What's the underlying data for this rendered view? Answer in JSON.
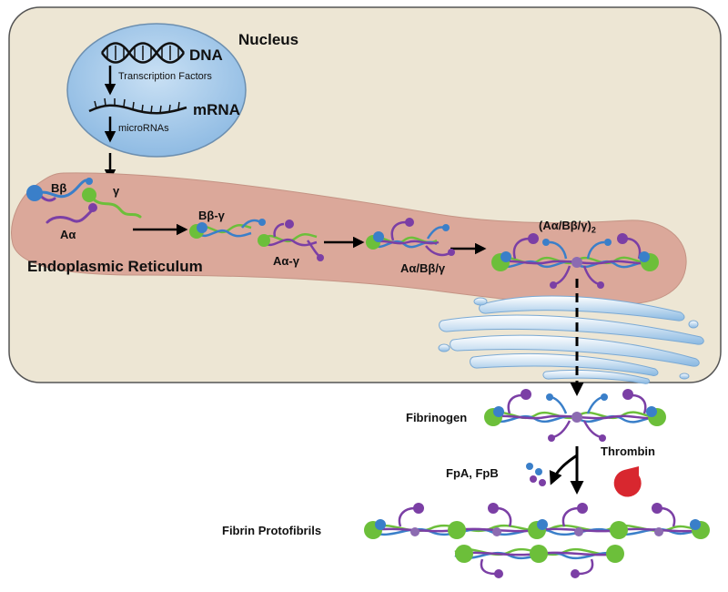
{
  "labels": {
    "nucleus": "Nucleus",
    "dna": "DNA",
    "transcription_factors": "Transcription Factors",
    "mrna": "mRNA",
    "micrornas": "microRNAs",
    "b_beta": "Bβ",
    "gamma": "γ",
    "a_alpha": "Aα",
    "b_beta_gamma": "Bβ-γ",
    "a_alpha_gamma": "Aα-γ",
    "trimer": "Aα/Bβ/γ",
    "hexamer": "(Aα/Bβ/γ)",
    "hexamer_subscript": "2",
    "endoplasmic_reticulum": "Endoplasmic Reticulum",
    "fibrinogen": "Fibrinogen",
    "thrombin": "Thrombin",
    "fibrinopeptides": "FpA, FpB",
    "fibrin_protofibrils": "Fibrin Protofibrils"
  },
  "colors": {
    "cell_fill": "#ede6d4",
    "nucleus_fill": "#a8cbe9",
    "er_fill": "#dba89a",
    "golgi": "#9cc3e6",
    "chain_purple": "#7b3fa5",
    "chain_blue": "#3a7fc9",
    "chain_green": "#6cbf3a",
    "thrombin_red": "#d8272f"
  },
  "icons": [
    "dna-helix-icon",
    "mrna-strand-icon",
    "golgi-apparatus-icon",
    "thrombin-icon"
  ]
}
